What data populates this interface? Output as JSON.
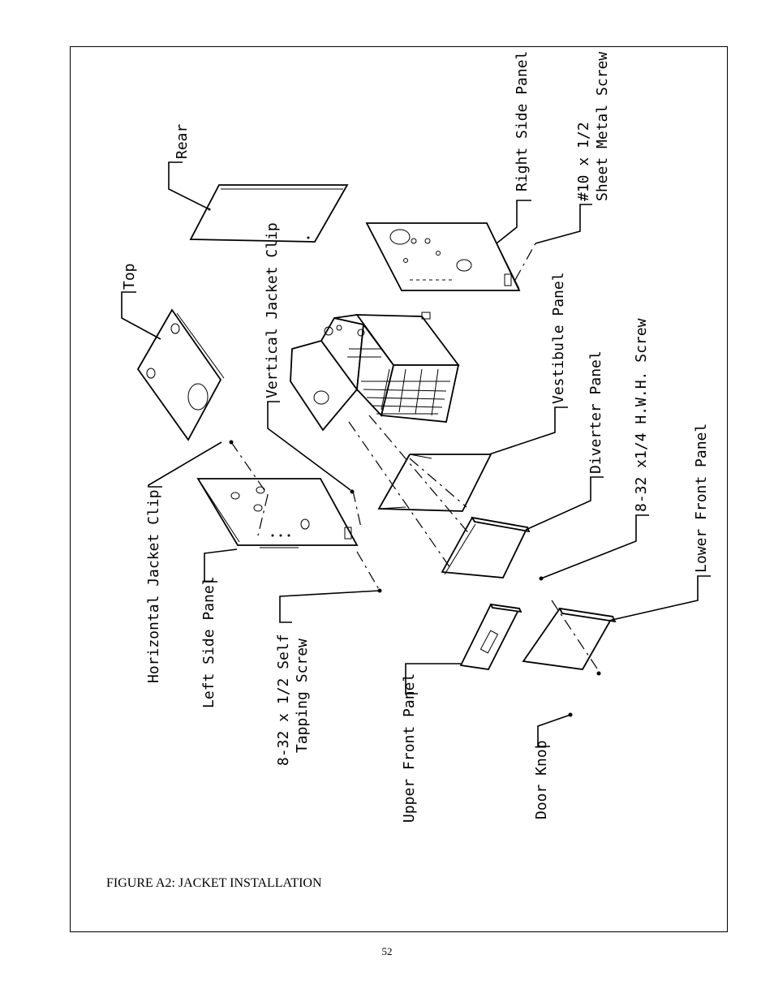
{
  "figure": {
    "caption": "FIGURE A2: JACKET INSTALLATION",
    "labels": {
      "rear": "Rear",
      "top": "Top",
      "right_side_panel": "Right Side Panel",
      "screw_10_line1": "#10 x 1/2",
      "screw_10_line2": "Sheet Metal Screw",
      "vertical_jacket_clip": "Vertical Jacket Clip",
      "vestibule_panel": "Vestibule Panel",
      "diverter_panel": "Diverter Panel",
      "hwh_screw": "8-32 x1/4 H.W.H. Screw",
      "lower_front_panel": "Lower Front Panel",
      "horizontal_jacket_clip": "Horizontal Jacket Clip",
      "left_side_panel": "Left Side Panel",
      "self_tapping_line1": "8-32 x 1/2 Self",
      "self_tapping_line2": "Tapping Screw",
      "upper_front_panel": "Upper Front Panel",
      "door_knob": "Door Knob"
    }
  },
  "page_number": "52"
}
